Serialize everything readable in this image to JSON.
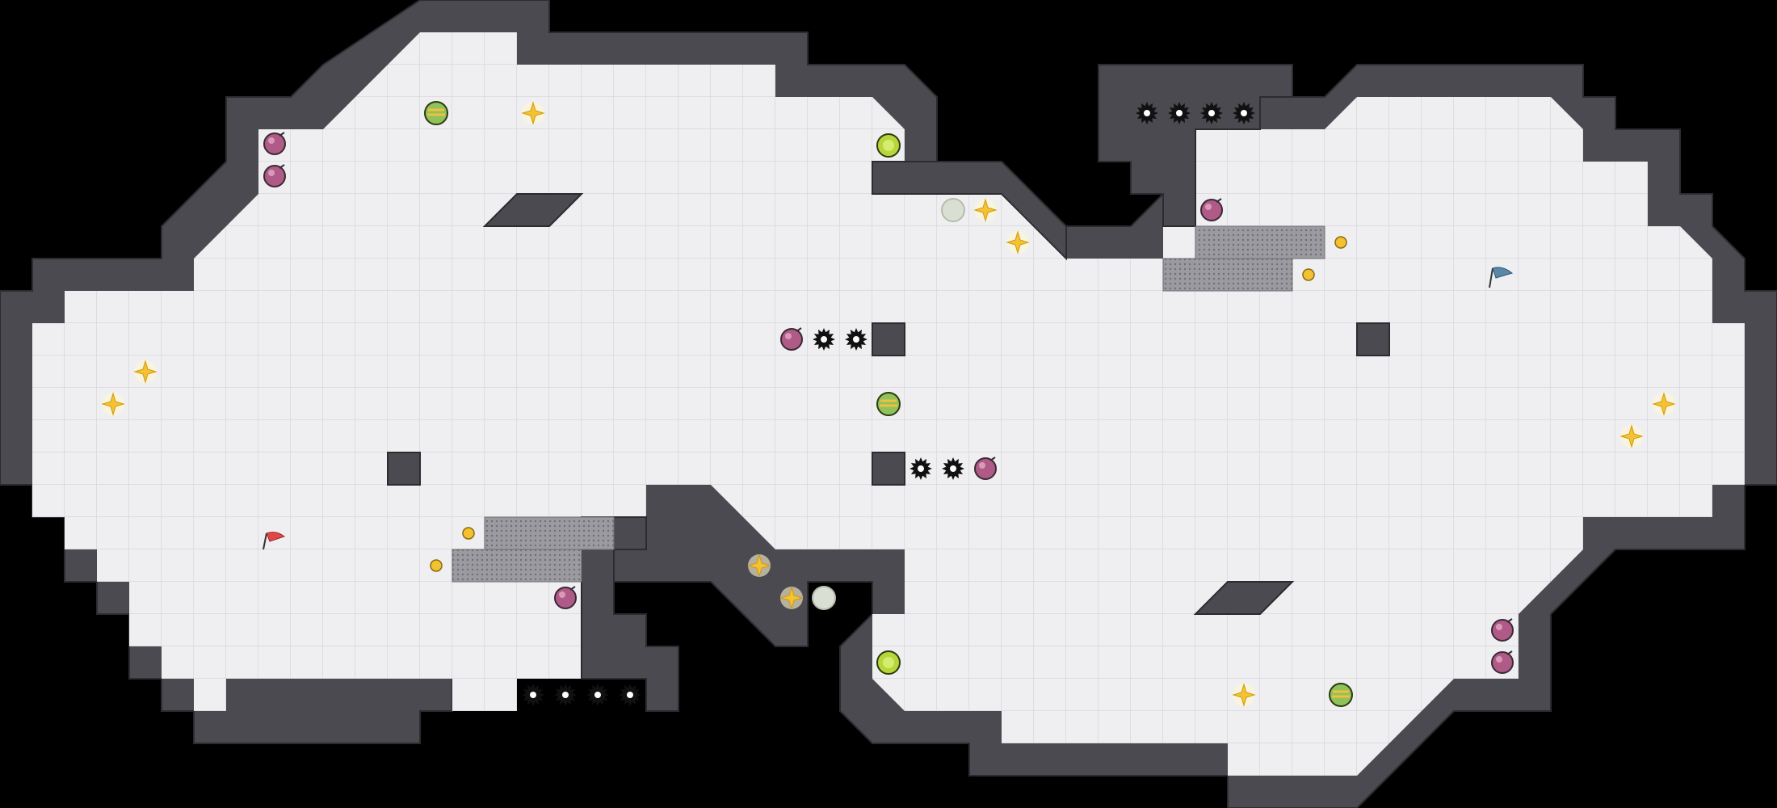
{
  "game": {
    "colors": {
      "background": "#000000",
      "floor": "#efeff1",
      "grid": "#d7d7dd",
      "wall": "#4a4a50",
      "wall_edge": "#2c2c30",
      "mesh": "#8e8e93",
      "flag_red": "#e04848",
      "flag_blue": "#5a86a8",
      "coin": "#f2c230",
      "sparkle": "#f4c232",
      "bomb": "#b05a88",
      "orb_lime": "#b7d63a",
      "orb_striped": "#8fc25a",
      "orb_ghost": "#d9dfd2",
      "spike": "#111111"
    },
    "objects": [
      {
        "kind": "flag",
        "variant": "red",
        "name": "red-start-flag-icon"
      },
      {
        "kind": "flag",
        "variant": "blue",
        "name": "blue-goal-flag-icon"
      }
    ]
  }
}
